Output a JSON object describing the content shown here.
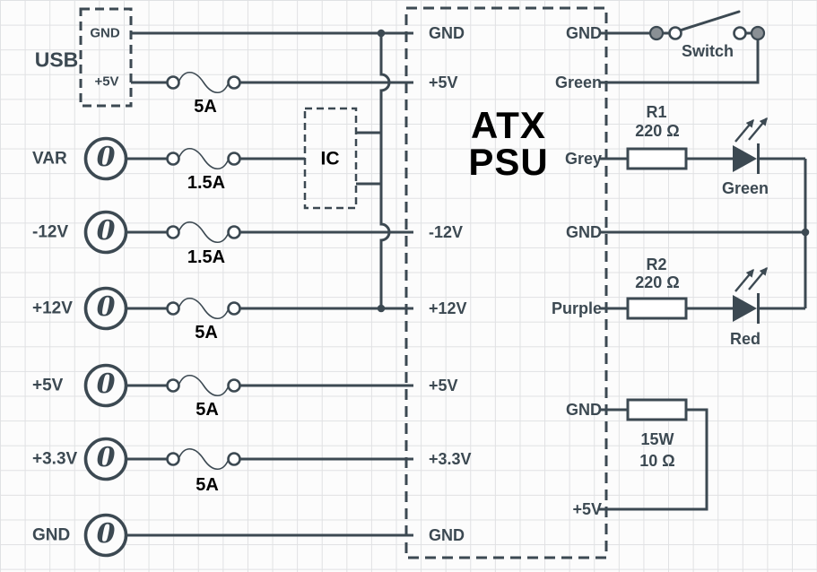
{
  "colors": {
    "background": "#fcfcfc",
    "grid_line": "#e0e1e3",
    "wire": "#3c4952",
    "text_primary": "#3c4952",
    "text_black": "#000000",
    "node_fill": "#8a9095",
    "component_fill": "#ffffff"
  },
  "diagram": {
    "usb": {
      "title": "USB",
      "pin_gnd": "GND",
      "pin_5v": "+5V",
      "fuse": "5A"
    },
    "rails": [
      {
        "label": "VAR",
        "fuse": "1.5A",
        "meter": "0"
      },
      {
        "label": "-12V",
        "fuse": "1.5A",
        "meter": "0"
      },
      {
        "label": "+12V",
        "fuse": "5A",
        "meter": "0"
      },
      {
        "label": "+5V",
        "fuse": "5A",
        "meter": "0"
      },
      {
        "label": "+3.3V",
        "fuse": "5A",
        "meter": "0"
      },
      {
        "label": "GND",
        "meter": "0"
      }
    ],
    "ic_label": "IC",
    "atx": {
      "title_line1": "ATX",
      "title_line2": "PSU",
      "left_pins": [
        "GND",
        "+5V",
        "-12V",
        "+12V",
        "+5V",
        "+3.3V",
        "GND"
      ],
      "right_pins": [
        "GND",
        "Green",
        "Grey",
        "GND",
        "Purple",
        "GND",
        "+5V"
      ]
    },
    "power_switch": {
      "label": "Switch"
    },
    "led_green": {
      "resistor_name": "R1",
      "resistor_value": "220 Ω",
      "label": "Green"
    },
    "led_red": {
      "resistor_name": "R2",
      "resistor_value": "220 Ω",
      "label": "Red"
    },
    "dummy_load": {
      "power": "15W",
      "resistance": "10 Ω"
    }
  }
}
